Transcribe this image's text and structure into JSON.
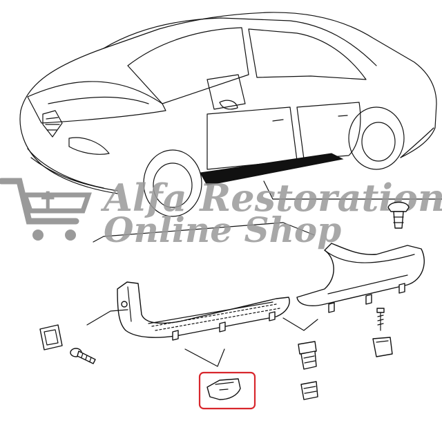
{
  "watermark": {
    "line1": "Alfa Restoration",
    "line2": "Online Shop",
    "color": "#9a9a9a"
  },
  "highlight": {
    "color": "#d8262c"
  },
  "icons": [
    "cart-logo",
    "car-illustration",
    "sill-trim-front",
    "sill-trim-rear",
    "push-clip",
    "screw",
    "retainer-clip",
    "bracket-clip"
  ]
}
